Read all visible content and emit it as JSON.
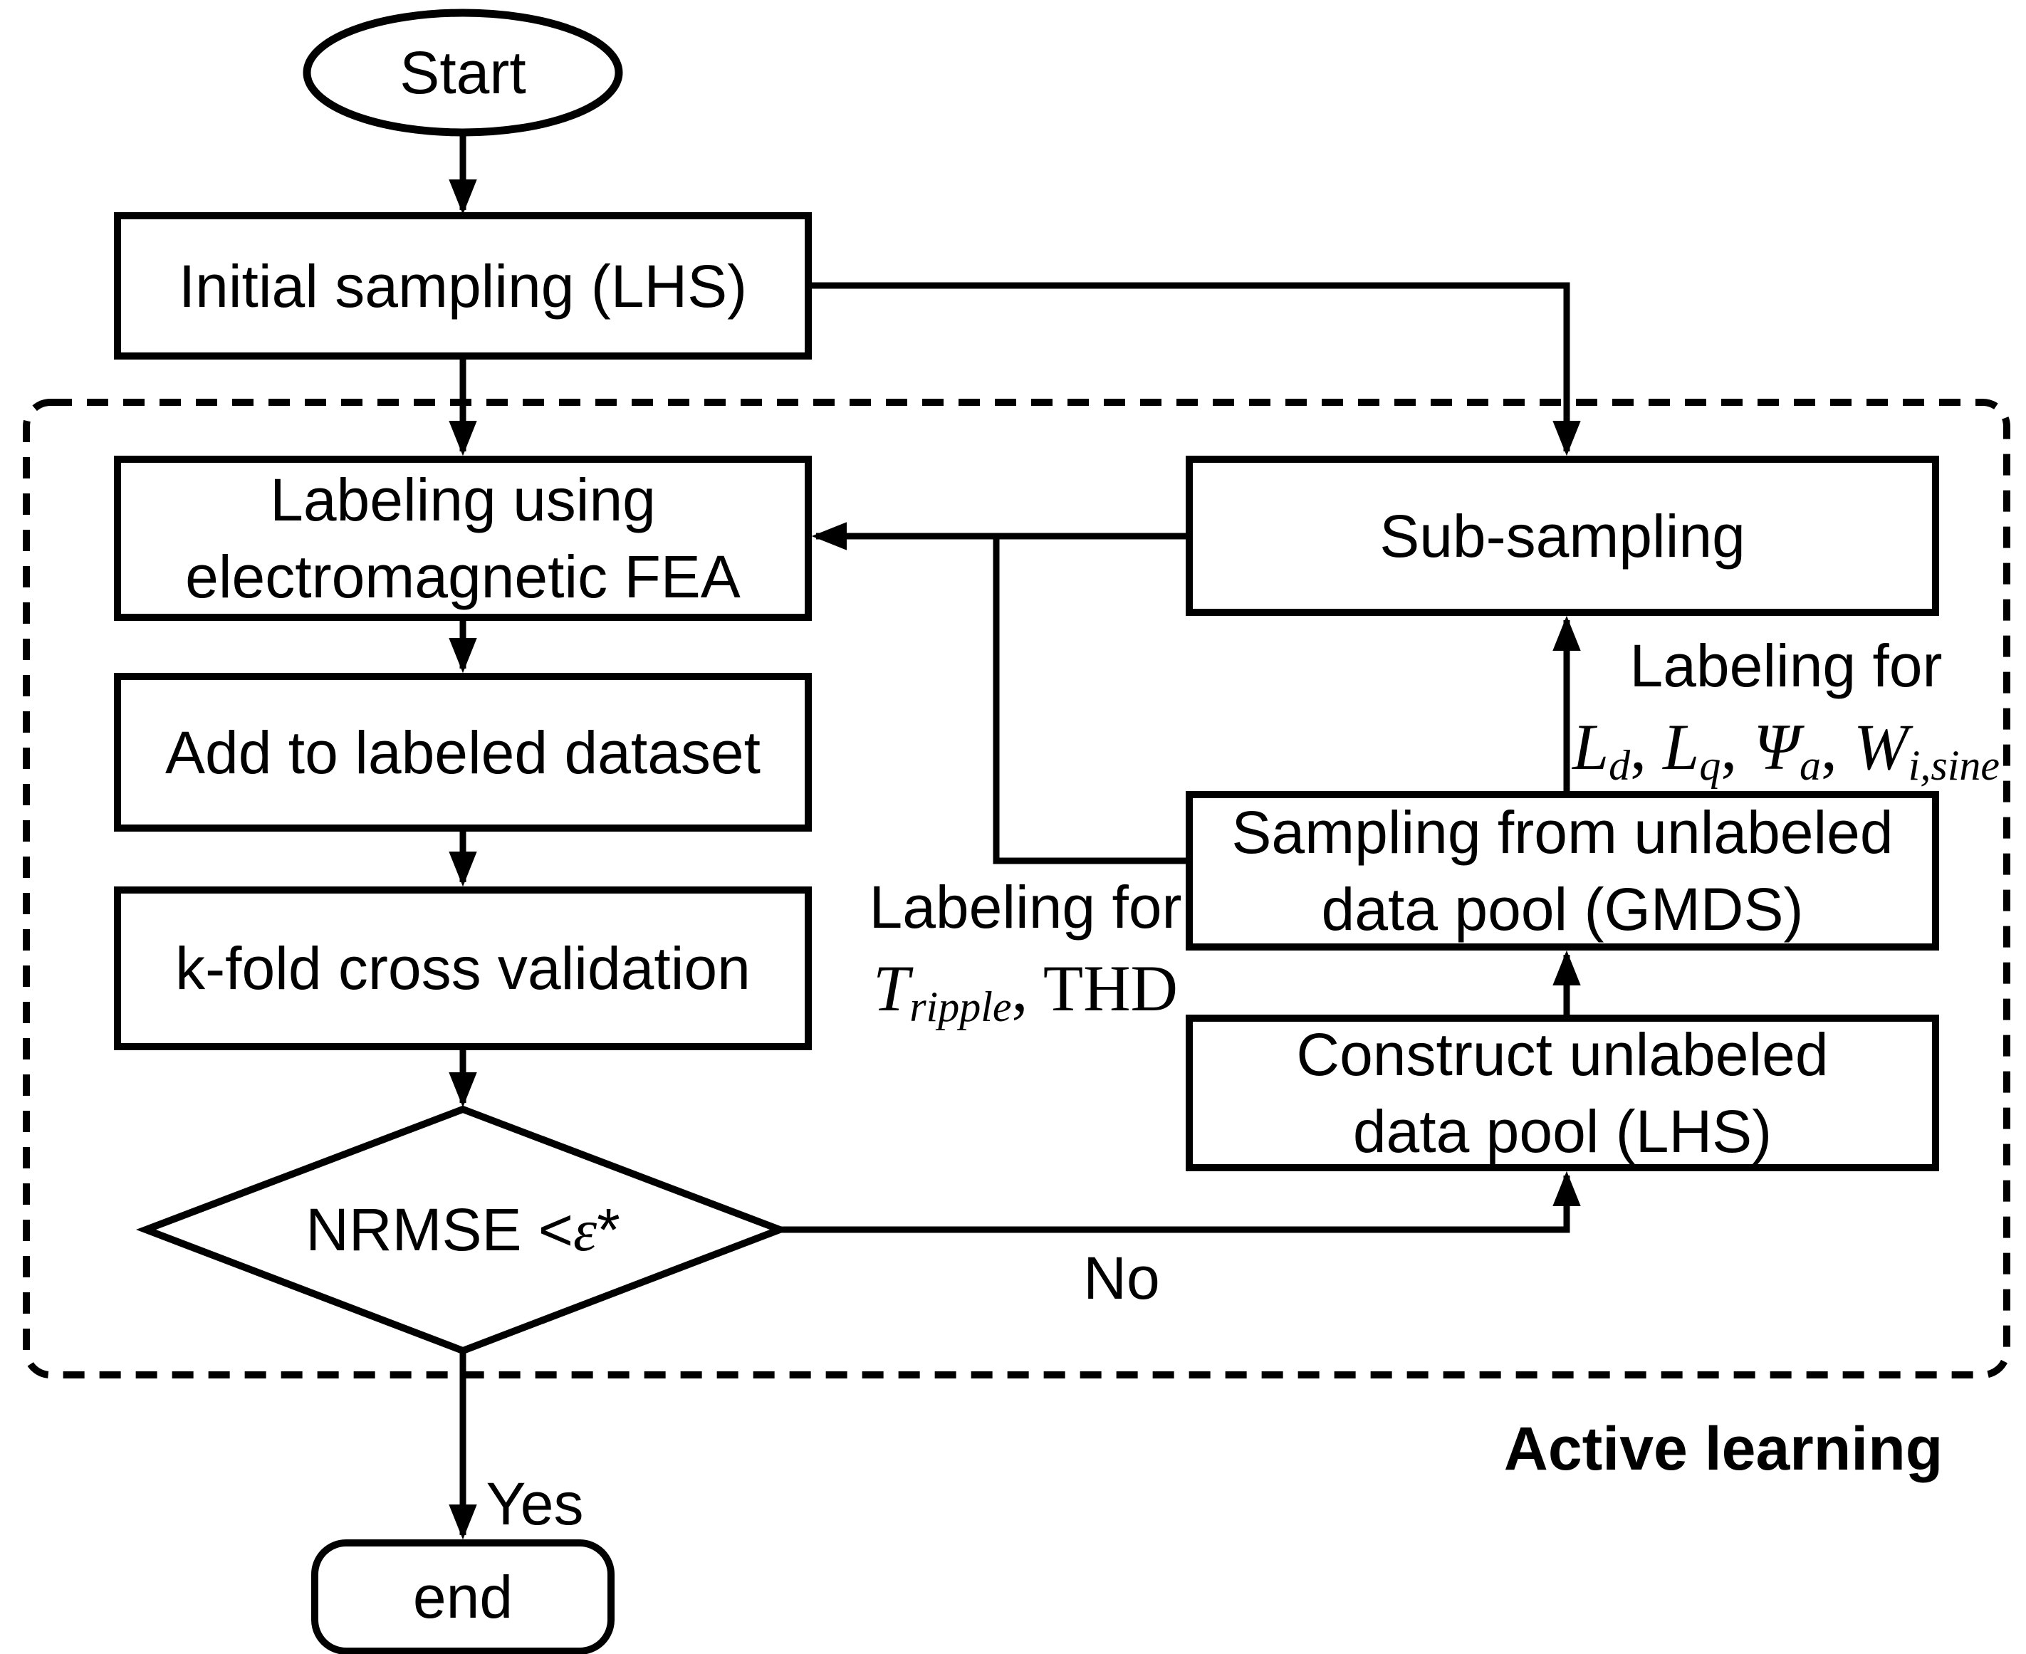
{
  "colors": {
    "ink": "#000000",
    "paper": "#ffffff"
  },
  "nodes": {
    "start": {
      "label": "Start"
    },
    "initial_sampling": {
      "label": "Initial sampling (LHS)"
    },
    "labeling_fea": {
      "line1": "Labeling using",
      "line2": "electromagnetic FEA"
    },
    "add_to_dataset": {
      "label": "Add to labeled dataset"
    },
    "kfold": {
      "label": "k-fold cross validation"
    },
    "decision": {
      "text": "NRMSE <",
      "epsilon": "ε",
      "star": "*"
    },
    "end": {
      "label": "end"
    },
    "sub_sampling": {
      "label": "Sub-sampling"
    },
    "sampling_gmds": {
      "line1": "Sampling from unlabeled",
      "line2": "data pool (GMDS)"
    },
    "construct_pool": {
      "line1": "Construct unlabeled",
      "line2": "data pool (LHS)"
    }
  },
  "edge_labels": {
    "yes": "Yes",
    "no": "No",
    "labeling_right": {
      "line1": "Labeling for",
      "v1": "L",
      "s1": "d",
      "c1": ", ",
      "v2": "L",
      "s2": "q",
      "c2": ", ",
      "v3": "Ψ",
      "s3": "a",
      "c3": ", ",
      "v4": "W",
      "s4": "i,sine"
    },
    "labeling_left": {
      "line1": "Labeling for",
      "v1": "T",
      "s1": "ripple",
      "rest": ", THD"
    }
  },
  "region": {
    "active_learning": "Active learning"
  }
}
